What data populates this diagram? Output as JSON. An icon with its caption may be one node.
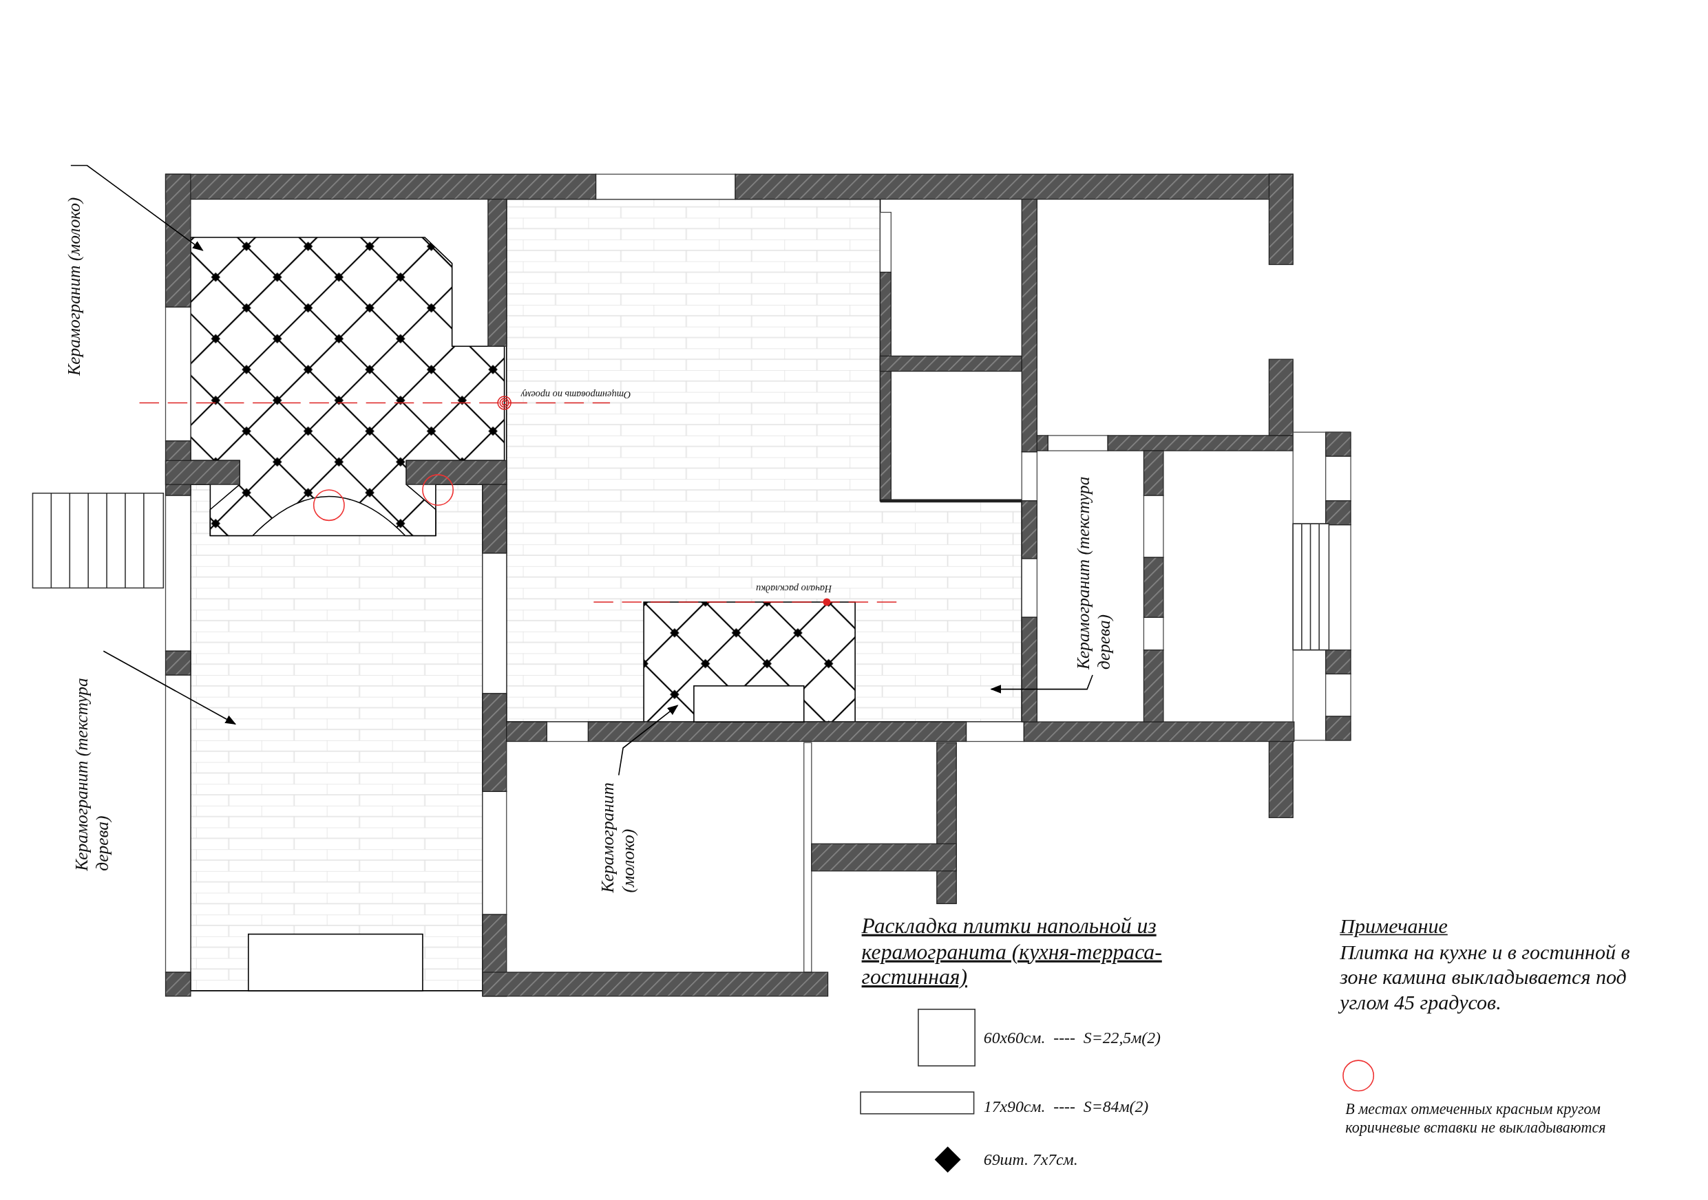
{
  "diagram": {
    "title": "Раскладка плитки напольной из керамогранита (кухня-терраса-гостинная)",
    "nodes": [
      {
        "text": [
          "Керамогранит (молоко)"
        ]
      },
      {
        "text": [],
        "shape": "polygon"
      },
      {
        "text": [
          "Керамогранит (текстура дерева)"
        ]
      },
      {
        "text": [],
        "shape": "polygon"
      },
      {
        "text": [
          "Керамогранит (молоко)"
        ]
      },
      {
        "text": [],
        "shape": "box",
        "in": 7
      },
      {
        "text": [
          "Керамогранит (текстура дерева)"
        ]
      },
      {
        "text": [],
        "shape": "polygon"
      }
    ],
    "edges": [
      {
        "from": 0,
        "to": 1,
        "arrow": "to"
      },
      {
        "from": 2,
        "to": 3,
        "arrow": "to"
      },
      {
        "from": 4,
        "to": 5,
        "arrow": "to"
      },
      {
        "from": 6,
        "to": 7,
        "arrow": "to"
      }
    ],
    "labels": [
      "Отцентровать по проему",
      "Начало раскладки",
      "Примечание",
      "Плитка на кухне и в гостинной в зоне камина выкладывается под углом 45 градусов."
    ],
    "legend": [
      {
        "text": "60x60см.  ----  S=22,5м(2)"
      },
      {
        "text": "17x90см.  ----  S=84м(2)"
      },
      {
        "text": "69шт. 7x7см."
      },
      {
        "text": "В местах отмеченных красным кругом коричневые вставки не выкладываются"
      }
    ]
  }
}
